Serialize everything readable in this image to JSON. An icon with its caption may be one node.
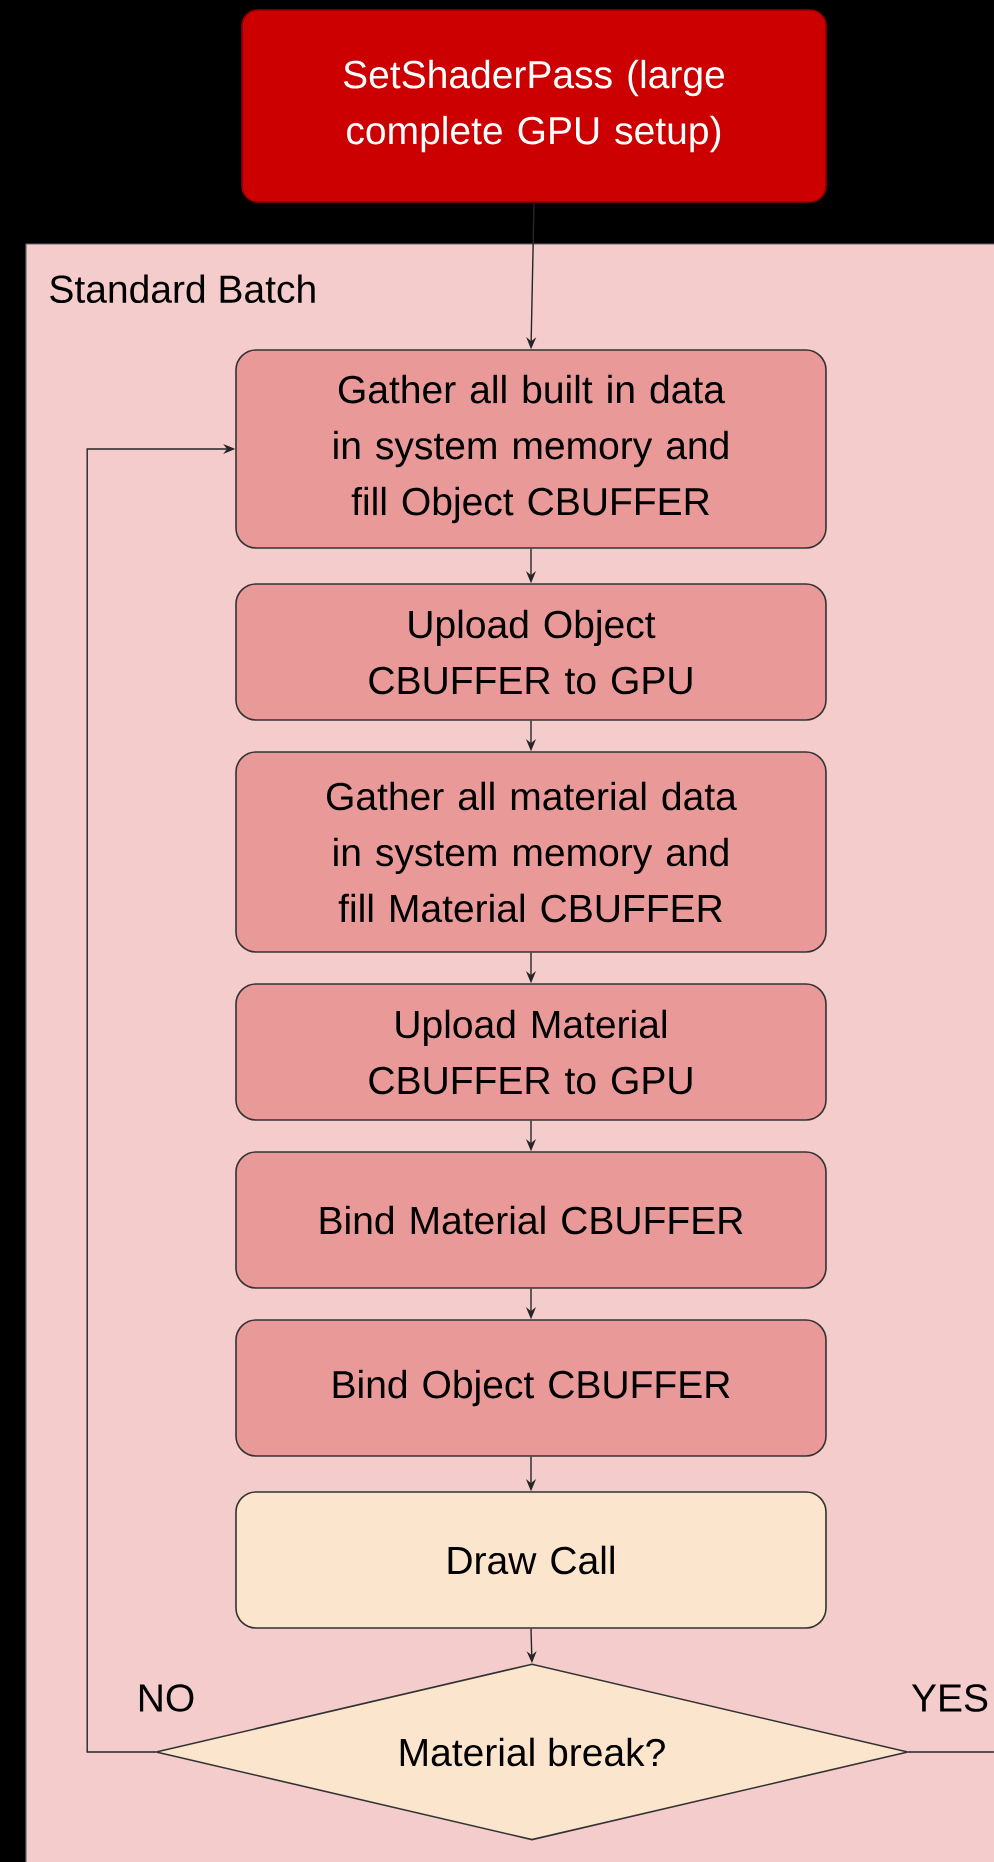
{
  "diagram": {
    "nodes": [
      {
        "text": [
          "SetShaderPass (large complete GPU setup)"
        ]
      },
      {
        "text": [
          "Standard Batch"
        ]
      },
      {
        "text": [
          "Gather all built in data in system memory and fill Object CBUFFER"
        ],
        "in": 1
      },
      {
        "text": [
          "Upload Object CBUFFER to GPU"
        ],
        "in": 1
      },
      {
        "text": [
          "Gather all material data in system memory and fill Material CBUFFER"
        ],
        "in": 1
      },
      {
        "text": [
          "Upload Material CBUFFER to GPU"
        ],
        "in": 1
      },
      {
        "text": [
          "Bind Material CBUFFER"
        ],
        "in": 1
      },
      {
        "text": [
          "Bind Object CBUFFER"
        ],
        "in": 1
      },
      {
        "text": [
          "Draw Call"
        ],
        "in": 1
      },
      {
        "text": [
          "Material break?"
        ],
        "in": 1
      }
    ],
    "edges": [
      {
        "from": 0,
        "to": 2,
        "arrow": "to"
      },
      {
        "from": 2,
        "to": 3,
        "arrow": "to"
      },
      {
        "from": 3,
        "to": 4,
        "arrow": "to"
      },
      {
        "from": 4,
        "to": 5,
        "arrow": "to"
      },
      {
        "from": 5,
        "to": 6,
        "arrow": "to"
      },
      {
        "from": 6,
        "to": 7,
        "arrow": "to"
      },
      {
        "from": 7,
        "to": 8,
        "arrow": "to"
      },
      {
        "from": 8,
        "to": 9,
        "arrow": "to"
      },
      {
        "from": 9,
        "to": 2,
        "arrow": "to",
        "label": "NO"
      },
      {
        "from": 9,
        "to": null,
        "arrow": "none",
        "label": "YES"
      }
    ]
  }
}
